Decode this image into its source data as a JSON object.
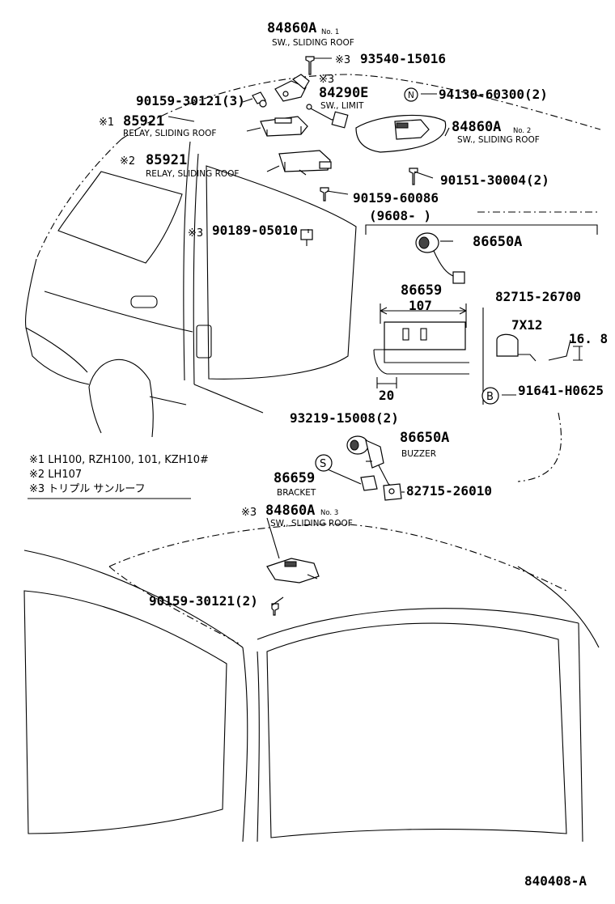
{
  "labels": {
    "sw_no1_num": "84860A",
    "sw_no1_sub": "No. 1",
    "sw_no1_desc": "SW., SLIDING ROOF",
    "screw_93540_mark": "※3",
    "screw_93540": "93540-15016",
    "limit_mark": "※3",
    "limit_num": "84290E",
    "limit_desc": "SW., LIMIT",
    "bolt_90159_a": "90159-30121(3)",
    "relay1_mark": "※1",
    "relay1_num": "85921",
    "relay1_desc": "RELAY, SLIDING ROOF",
    "relay2_mark": "※2",
    "relay2_num": "85921",
    "relay2_desc": "RELAY, SLIDING ROOF",
    "n_circle": "N",
    "part_94130": "94130-60300(2)",
    "sw_no2_num": "84860A",
    "sw_no2_sub": "No. 2",
    "sw_no2_desc": "SW., SLIDING ROOF",
    "screw_90151": "90151-30004(2)",
    "bolt_90159_60086": "90159-60086",
    "range_9608": "(9608-       )",
    "clip_mark": "※3",
    "clip_90189": "90189-05010",
    "buzzer_top_num": "86650A",
    "bracket_top_num": "86659",
    "part_82715_26700": "82715-26700",
    "dim_107": "107",
    "dim_7x12": "7X12",
    "dim_16_8": "16. 8",
    "dim_20": "20",
    "b_circle": "B",
    "part_91641": "91641-H0625",
    "part_93219": "93219-15008(2)",
    "s_circle": "S",
    "buzzer_num": "86650A",
    "buzzer_desc": "BUZZER",
    "bracket_num": "86659",
    "bracket_desc": "BRACKET",
    "part_82715_26010": "82715-26010",
    "sw_no3_mark": "※3",
    "sw_no3_num": "84860A",
    "sw_no3_sub": "No. 3",
    "sw_no3_desc": "SW., SLIDING ROOF",
    "bolt_90159_b": "90159-30121(2)",
    "diagram_id": "840408-A"
  },
  "notes": [
    "※1  LH100, RZH100, 101, KZH10#",
    "※2  LH107",
    "※3 トリプル   サンルーフ"
  ]
}
